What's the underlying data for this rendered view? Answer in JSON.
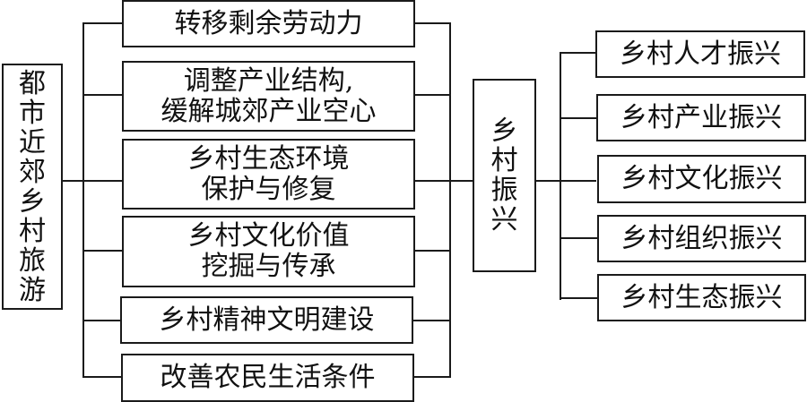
{
  "diagram": {
    "source_node": {
      "label": "都市近郊乡村旅游"
    },
    "pathways": [
      {
        "label": "转移剩余劳动力"
      },
      {
        "label": "调整产业结构,\n缓解城郊产业空心"
      },
      {
        "label": "乡村生态环境\n保护与修复"
      },
      {
        "label": "乡村文化价值\n挖掘与传承"
      },
      {
        "label": "乡村精神文明建设"
      },
      {
        "label": "改善农民生活条件"
      }
    ],
    "target_node": {
      "label": "乡村振兴"
    },
    "outcomes": [
      {
        "label": "乡村人才振兴"
      },
      {
        "label": "乡村产业振兴"
      },
      {
        "label": "乡村文化振兴"
      },
      {
        "label": "乡村组织振兴"
      },
      {
        "label": "乡村生态振兴"
      }
    ],
    "colors": {
      "line": "#1a1a1a",
      "background": "#ffffff"
    }
  }
}
